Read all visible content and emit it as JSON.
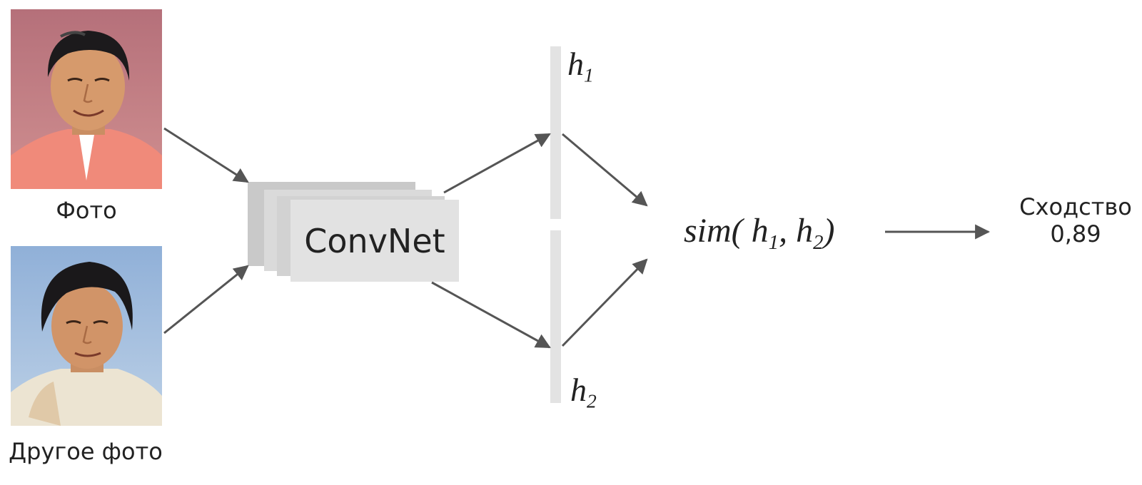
{
  "inputs": [
    {
      "caption": "Фото",
      "image": "face-photo-1"
    },
    {
      "caption": "Другое фото",
      "image": "face-photo-2"
    }
  ],
  "network": {
    "label": "ConvNet"
  },
  "embeddings": [
    {
      "symbol": "h",
      "index": "1"
    },
    {
      "symbol": "h",
      "index": "2"
    }
  ],
  "similarity": {
    "func": "sim(",
    "h1_symbol": "h",
    "h1_index": "1",
    "sep": ",",
    "h2_symbol": "h",
    "h2_index": "2",
    "close": ")"
  },
  "result": {
    "label": "Сходство",
    "value": "0,89"
  },
  "colors": {
    "arrow": "#555555",
    "bar": "#e3e3e3",
    "convnet_front": "#e2e2e2",
    "convnet_back": "#c9c9c9"
  }
}
